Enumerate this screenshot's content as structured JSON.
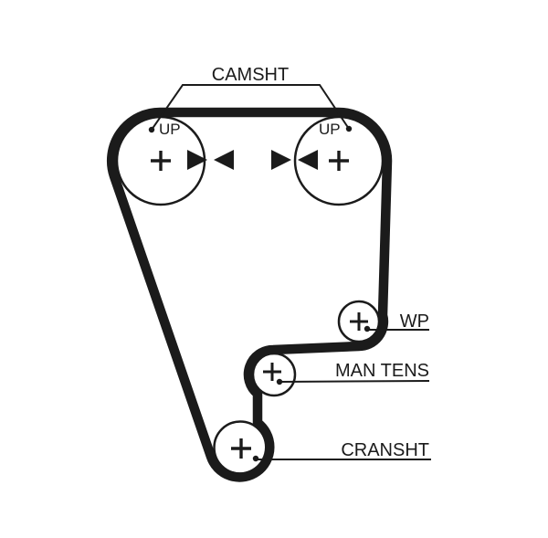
{
  "diagram": {
    "background": "#ffffff",
    "ink_color": "#1b1b1b",
    "camshaft_bracket_label": "CAMSHT",
    "pulleys": [
      {
        "name": "camshaft-left",
        "timing_label": "UP",
        "center_mark": "+"
      },
      {
        "name": "camshaft-right",
        "timing_label": "UP",
        "center_mark": "+"
      },
      {
        "name": "water-pump",
        "label": "WP",
        "center_mark": "+"
      },
      {
        "name": "manual-tensioner",
        "label": "MAN TENS",
        "center_mark": "+"
      },
      {
        "name": "crankshaft",
        "label": "CRANSHT",
        "center_mark": "+"
      }
    ],
    "icons": {
      "center_marks": "plus-cross",
      "direction_marks": "opposing-filled-triangles"
    }
  }
}
